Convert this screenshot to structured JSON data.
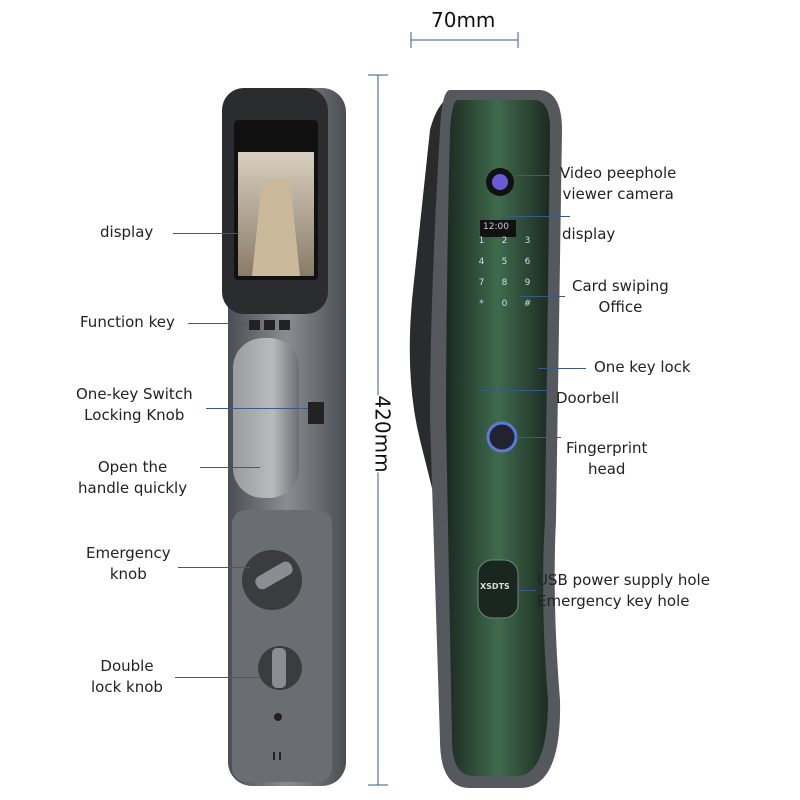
{
  "dimensions": {
    "width": "70mm",
    "height": "420mm"
  },
  "left_labels": {
    "display": "display",
    "function_key": "Function key",
    "switch_knob_1": "One-key Switch",
    "switch_knob_2": "Locking Knob",
    "open_handle_1": "Open the",
    "open_handle_2": "handle quickly",
    "emergency_knob_1": "Emergency",
    "emergency_knob_2": "knob",
    "double_lock_1": "Double",
    "double_lock_2": "lock knob"
  },
  "right_labels": {
    "camera_1": "Video peephole",
    "camera_2": "viewer camera",
    "display": "display",
    "card_1": "Card swiping",
    "card_2": "Office",
    "one_key_lock": "One key lock",
    "doorbell": "Doorbell",
    "fingerprint_1": "Fingerprint",
    "fingerprint_2": "head",
    "usb": "USB power supply hole",
    "emergency_key": "Emergency key hole"
  },
  "device": {
    "screen_time": "12:00",
    "brand": "XSDTS",
    "keypad": [
      "1",
      "2",
      "3",
      "4",
      "5",
      "6",
      "7",
      "8",
      "9",
      "*",
      "0",
      "#"
    ]
  },
  "colors": {
    "line": "#3a5a8a",
    "body": "#5b5e63",
    "panel": "#2f4a3a"
  }
}
